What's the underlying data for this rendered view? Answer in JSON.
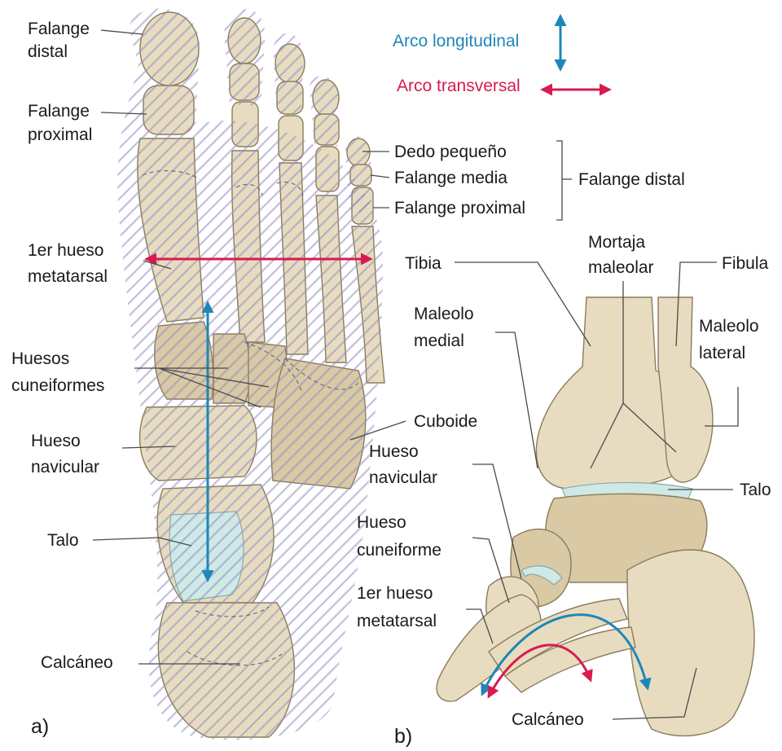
{
  "panels": {
    "a": "a)",
    "b": "b)"
  },
  "legend": {
    "longitudinal": "Arco longitudinal",
    "transverse": "Arco transversal",
    "longitudinal_color": "#1f86b8",
    "transverse_color": "#d81b4f"
  },
  "labels_a": {
    "falange_distal": [
      "Falange",
      "distal"
    ],
    "falange_proximal": [
      "Falange",
      "proximal"
    ],
    "dedo_pequeno": "Dedo pequeño",
    "falange_media": "Falange media",
    "falange_proximal_right": "Falange proximal",
    "falange_distal_right": "Falange distal",
    "metatarsal": [
      "1er hueso",
      "metatarsal"
    ],
    "cuneiformes": [
      "Huesos",
      "cuneiformes"
    ],
    "cuboide": "Cuboide",
    "navicular": [
      "Hueso",
      "navicular"
    ],
    "talo": "Talo",
    "calcaneo": "Calcáneo"
  },
  "labels_b": {
    "tibia": "Tibia",
    "mortaja": [
      "Mortaja",
      "maleolar"
    ],
    "fibula": "Fibula",
    "maleolo_medial": [
      "Maleolo",
      "medial"
    ],
    "maleolo_lateral": [
      "Maleolo",
      "lateral"
    ],
    "navicular": [
      "Hueso",
      "navicular"
    ],
    "talo": "Talo",
    "cuneiforme": [
      "Hueso",
      "cuneiforme"
    ],
    "metatarsal": [
      "1er hueso",
      "metatarsal"
    ],
    "calcaneo": "Calcáneo"
  },
  "colors": {
    "bone": "#e8dcc0",
    "hatch": "#8f8cc0",
    "cartilage": "#cfe9e6"
  }
}
